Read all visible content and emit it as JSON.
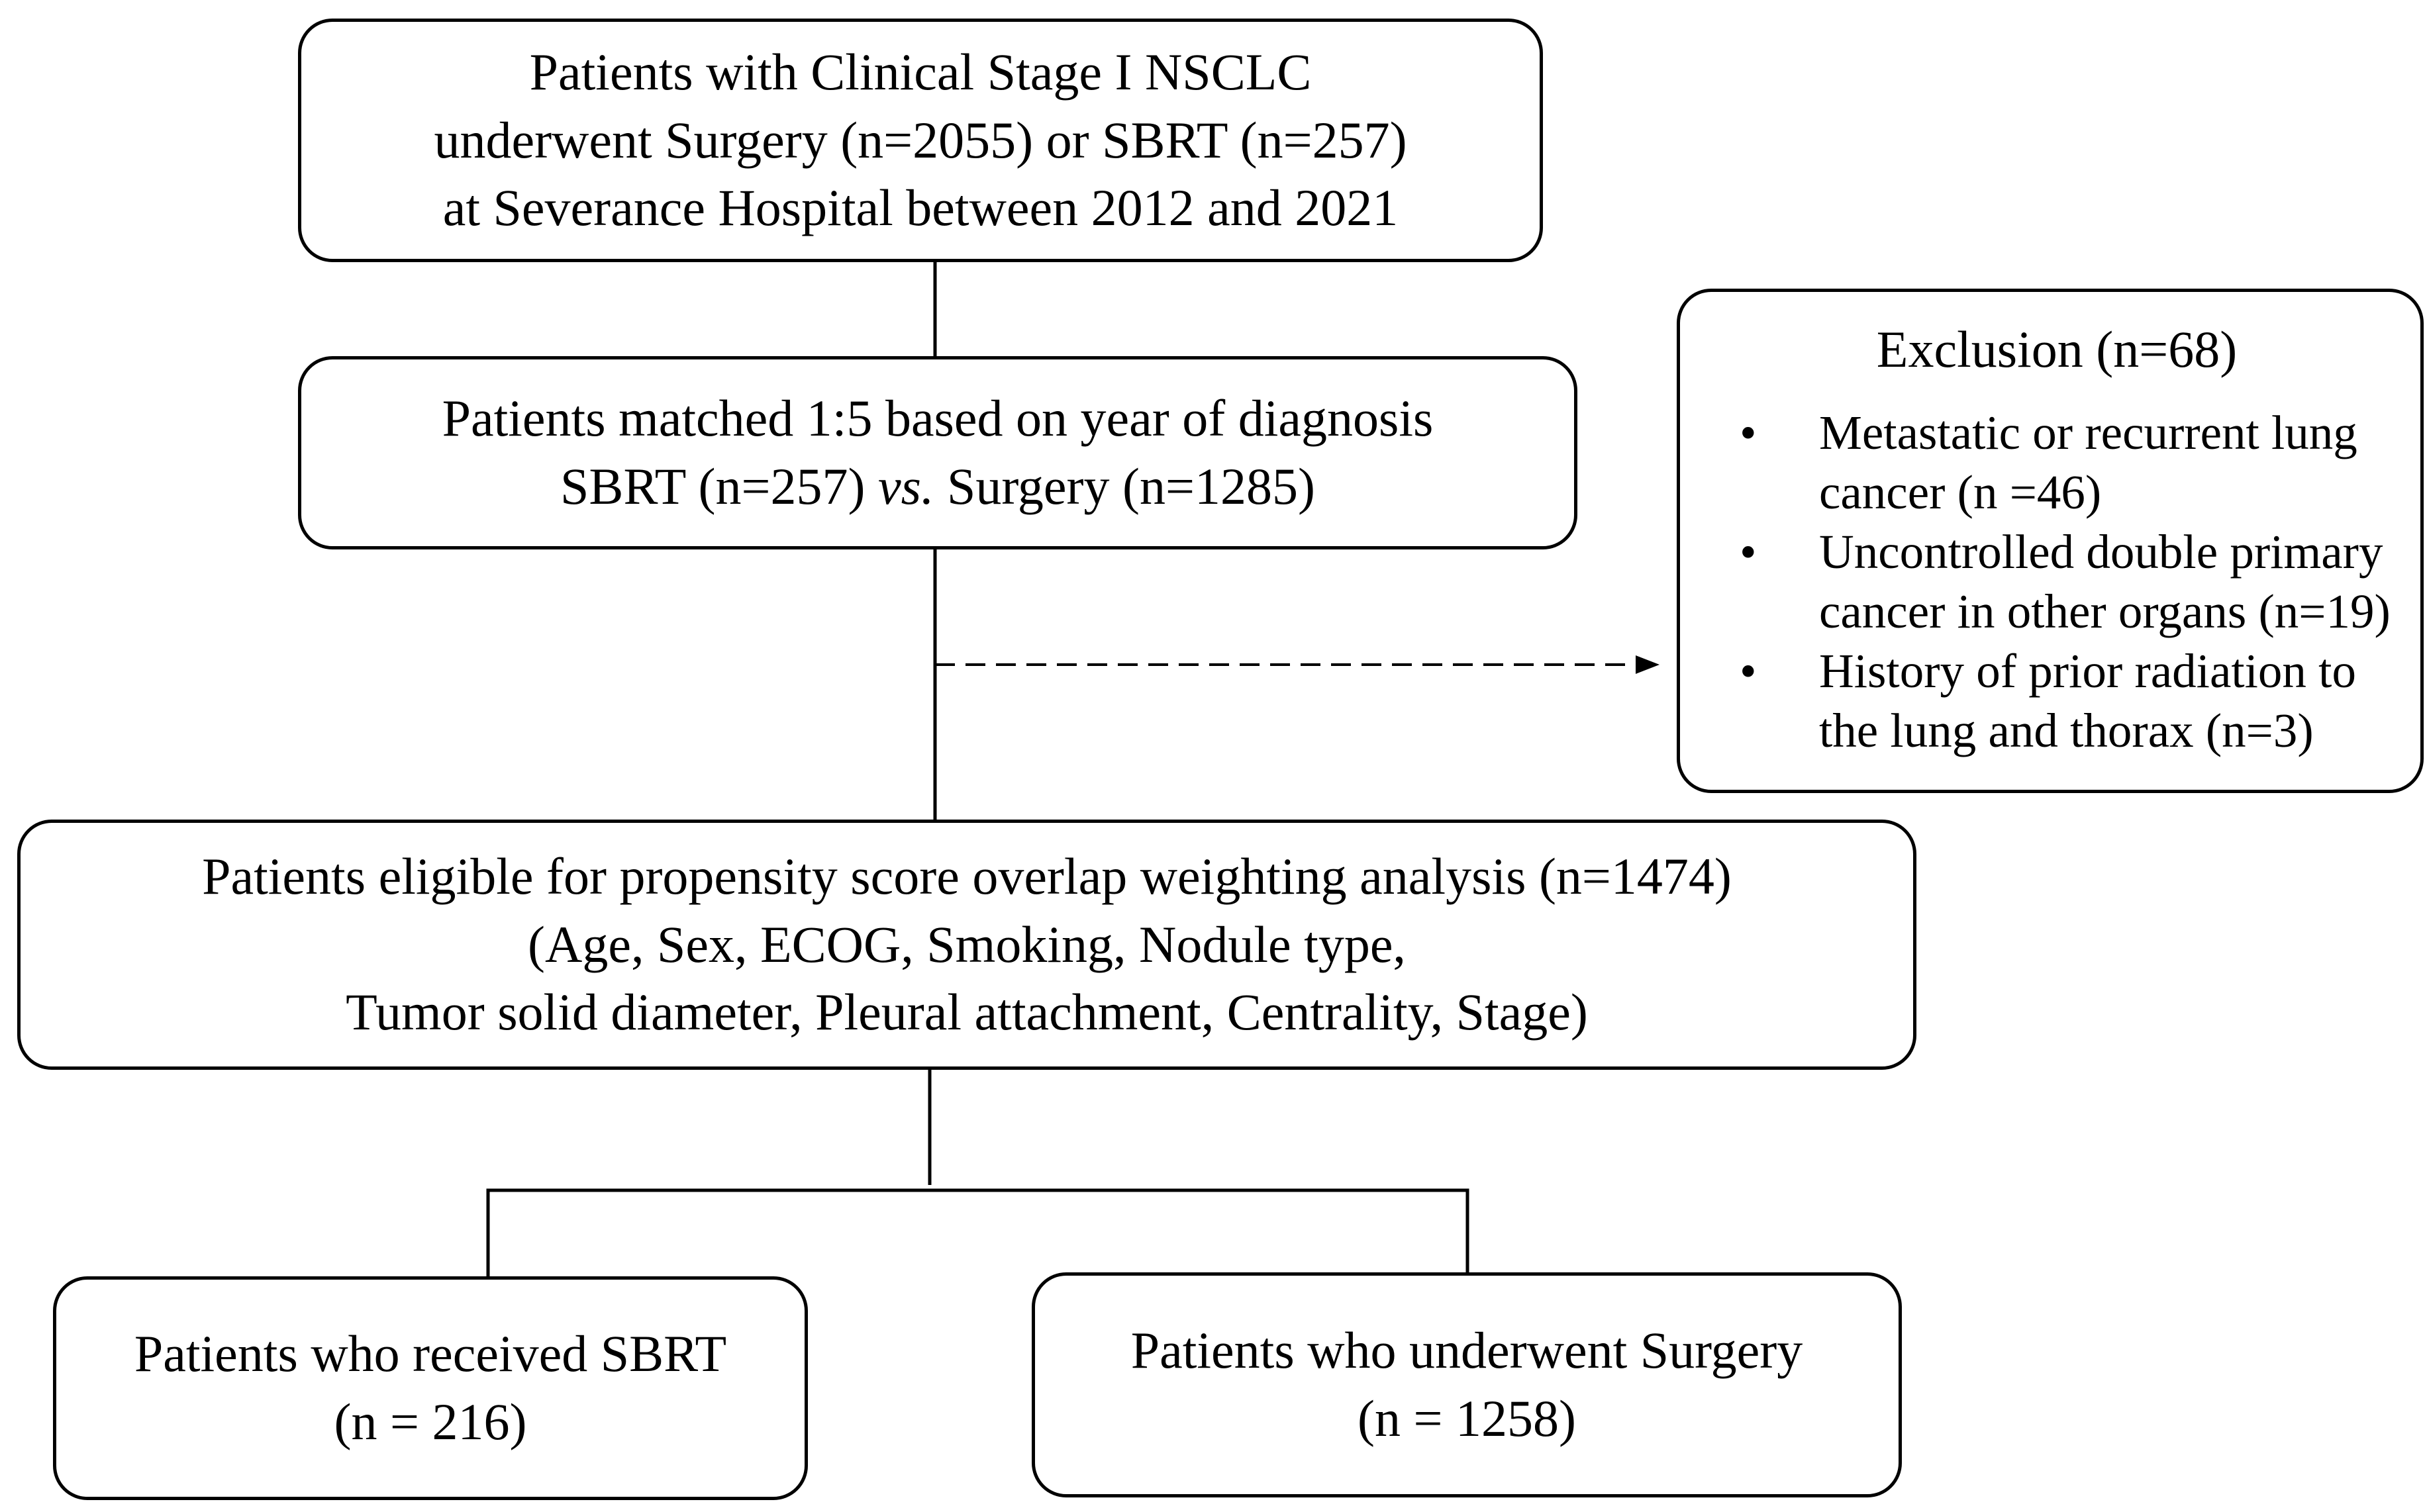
{
  "boxes": {
    "top": {
      "lines": [
        "Patients with Clinical Stage I NSCLC",
        "underwent Surgery (n=2055) or SBRT (n=257)",
        "at Severance Hospital between 2012 and 2021"
      ]
    },
    "matched": {
      "line1": "Patients matched 1:5 based on year of diagnosis",
      "line2_pre": "SBRT (n=257) ",
      "line2_vs": "vs.",
      "line2_post": " Surgery (n=1285)"
    },
    "exclusion": {
      "title": "Exclusion (n=68)",
      "bullet": "•",
      "items": [
        [
          "Metastatic or recurrent lung",
          "cancer (n =46)"
        ],
        [
          "Uncontrolled double primary",
          "cancer in other organs (n=19)"
        ],
        [
          "History of prior radiation to",
          "the lung and thorax (n=3)"
        ]
      ]
    },
    "eligible": {
      "lines": [
        "Patients eligible for propensity score overlap weighting analysis (n=1474)",
        "(Age, Sex, ECOG, Smoking, Nodule type,",
        "Tumor solid diameter, Pleural attachment, Centrality, Stage)"
      ]
    },
    "sbrt": {
      "lines": [
        "Patients who received SBRT",
        "(n = 216)"
      ]
    },
    "surgery": {
      "lines": [
        "Patients who underwent Surgery",
        "(n = 1258)"
      ]
    }
  }
}
